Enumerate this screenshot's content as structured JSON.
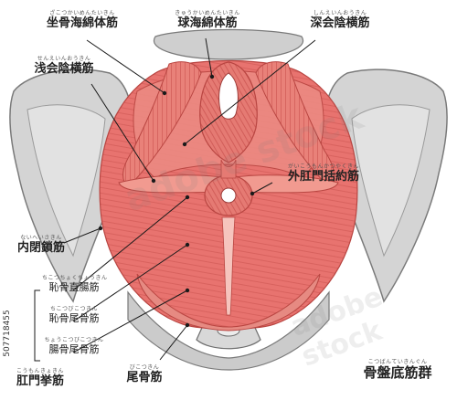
{
  "labels": {
    "ischiocavernosus": {
      "ruby": "ざこつかいめんたいきん",
      "text": "坐骨海綿体筋"
    },
    "bulbospongiosus": {
      "ruby": "きゅうかいめんたいきん",
      "text": "球海綿体筋"
    },
    "deep_transverse": {
      "ruby": "しんえいんおうきん",
      "text": "深会陰横筋"
    },
    "superficial_transverse": {
      "ruby": "せんえいんおうきん",
      "text": "浅会陰横筋"
    },
    "external_sphincter": {
      "ruby": "がいこうもんかつやくきん",
      "text": "外肛門括約筋"
    },
    "obturator_internus": {
      "ruby": "ないへいさきん",
      "text": "内閉鎖筋"
    },
    "puborectalis": {
      "ruby": "ちこつちょくちょうきん",
      "text": "恥骨直腸筋"
    },
    "pubococcygeus": {
      "ruby": "ちこつびこつきん",
      "text": "恥骨尾骨筋"
    },
    "iliococcygeus": {
      "ruby": "ちょうこつびこつきん",
      "text": "腸骨尾骨筋"
    },
    "levator_ani": {
      "ruby": "こうもんきょきん",
      "text": "肛門挙筋"
    },
    "coccygeus": {
      "ruby": "びこつきん",
      "text": "尾骨筋"
    },
    "title": {
      "ruby": "こつばんていきんぐん",
      "text": "骨盤底筋群"
    }
  },
  "watermark": "adobe stock",
  "stock_id": "507718455",
  "colors": {
    "muscle": "#e8736f",
    "muscle_dark": "#c9504d",
    "muscle_light": "#f3a39a",
    "bone": "#cfcfcf",
    "bone_dark": "#8a8a8a",
    "line": "#1a1a1a"
  }
}
